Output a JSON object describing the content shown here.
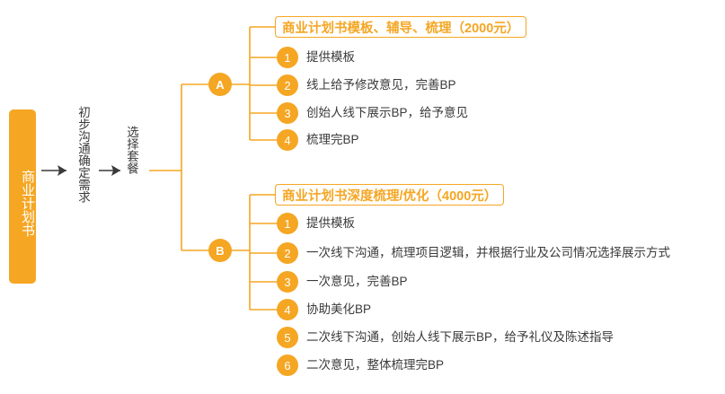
{
  "colors": {
    "accent": "#F5A623",
    "text": "#3a3a3a",
    "background": "#ffffff"
  },
  "root": {
    "label": "商业计划书"
  },
  "stage_labels": [
    {
      "text": "初步沟通确定需求"
    },
    {
      "text": "选择套餐"
    }
  ],
  "branches": [
    {
      "key": "A",
      "node_label": "A",
      "header": "商业计划书模板、辅导、梳理（2000元）",
      "steps": [
        {
          "num": "1",
          "text": "提供模板"
        },
        {
          "num": "2",
          "text": "线上给予修改意见，完善BP"
        },
        {
          "num": "3",
          "text": "创始人线下展示BP，给予意见"
        },
        {
          "num": "4",
          "text": "梳理完BP"
        }
      ]
    },
    {
      "key": "B",
      "node_label": "B",
      "header": "商业计划书深度梳理/优化（4000元）",
      "steps": [
        {
          "num": "1",
          "text": "提供模板"
        },
        {
          "num": "2",
          "text": "一次线下沟通，梳理项目逻辑，并根据行业及公司情况选择展示方式"
        },
        {
          "num": "3",
          "text": "一次意见，完善BP"
        },
        {
          "num": "4",
          "text": "协助美化BP"
        },
        {
          "num": "5",
          "text": "二次线下沟通，创始人线下展示BP，给予礼仪及陈述指导"
        },
        {
          "num": "6",
          "text": "二次意见，整体梳理完BP"
        }
      ]
    }
  ]
}
